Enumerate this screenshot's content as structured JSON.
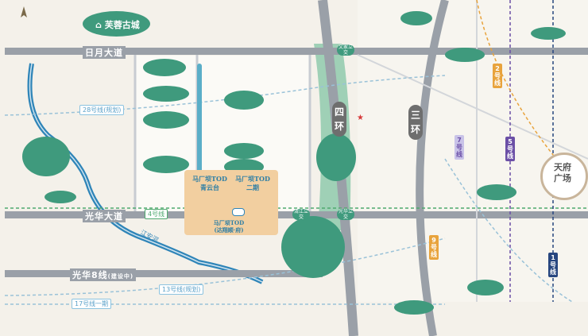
{
  "map": {
    "roads": {
      "riyue": "日月大道",
      "guanghua": "光华大道",
      "guanghua8": "光华8线",
      "guanghua8_note": "(建设中)",
      "ring4": "四环",
      "ring3": "三环"
    },
    "metro": {
      "line28": "28号线",
      "line28_note": "(规划)",
      "line4": "4号线",
      "line13": "13号线",
      "line13_note": "(规划)",
      "line17": "17号线一期",
      "line1": "1号线",
      "line5": "5号线",
      "line7": "7号线",
      "line2": "2号线",
      "line9": "9号线"
    },
    "landmarks": {
      "furong": "芙蓉古城",
      "tianfu": "天府广场",
      "jiangan": "江安河"
    },
    "ring_tags": [
      {
        "label": "文家立交"
      },
      {
        "label": "光华立交"
      },
      {
        "label": "清江立交"
      }
    ],
    "project": {
      "name1": "马厂坝TOD",
      "sub1": "青云台",
      "name2": "马厂坝TOD",
      "sub2": "二期",
      "name3": "马厂坝TOD",
      "sub3": "(达翔顺·府)"
    },
    "colors": {
      "park": "#3f9a7d",
      "road": "#9aa0a8",
      "river": "#2f85b8",
      "lot": "#f2cfa0",
      "metro_purple": "#6b4fa6",
      "metro_orange": "#e8a33c",
      "metro_navy": "#27467f",
      "metro_green": "#4fa96f"
    }
  }
}
